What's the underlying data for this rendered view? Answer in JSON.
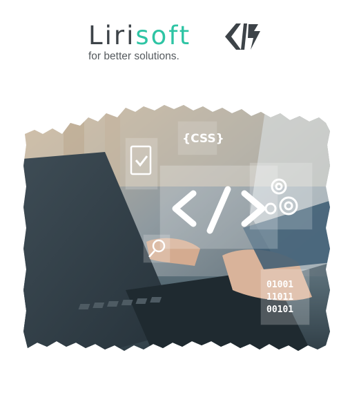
{
  "brand": {
    "name_part1": "Liri",
    "name_part2": "soft",
    "tagline": "for better solutions.",
    "colors": {
      "text_dark": "#3d4348",
      "accent": "#2ec4a4",
      "tagline": "#555a5e"
    },
    "logo_mark_icon": "code-brackets-slash-icon"
  },
  "hero": {
    "overlay_icons": [
      "clipboard-check-icon",
      "css-icon",
      "code-icon",
      "gears-icon",
      "search-icon",
      "binary-icon"
    ],
    "css_label": "{CSS}",
    "code_symbol": "</>",
    "binary_lines": [
      "01001",
      "11011",
      "00101"
    ]
  }
}
